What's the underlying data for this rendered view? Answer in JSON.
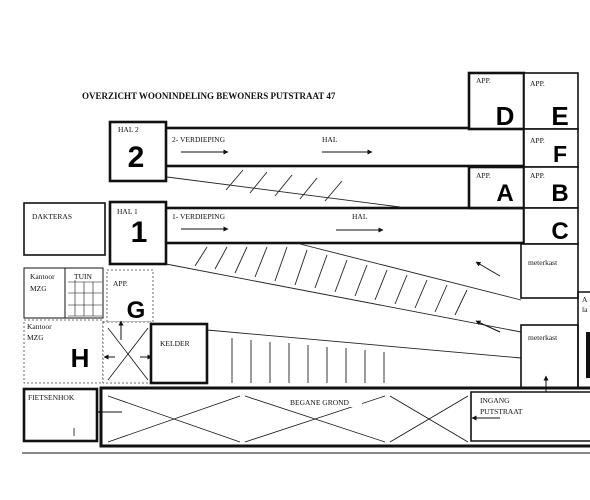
{
  "title": "OVERZICHT WOONINDELING BEWONERS PUTSTRAAT 47",
  "apartments": {
    "D": {
      "label": "APP.",
      "letter": "D"
    },
    "E": {
      "label": "APP.",
      "letter": "E"
    },
    "F": {
      "label": "APP.",
      "letter": "F"
    },
    "A": {
      "label": "APP.",
      "letter": "A"
    },
    "B": {
      "label": "APP.",
      "letter": "B"
    },
    "C": {
      "letter": "C"
    },
    "G": {
      "label": "APP.",
      "letter": "G"
    }
  },
  "floor_2": {
    "hall_label": "HAL 2",
    "hall_number": "2",
    "floor_label": "2- VERDIEPING",
    "corridor_label": "HAL"
  },
  "floor_1": {
    "hall_label": "HAL 1",
    "hall_number": "1",
    "floor_label": "1- VERDIEPING",
    "corridor_label": "HAL"
  },
  "roof_terrace": "DAKTERAS",
  "meter_cupboard_upper": "meterkast",
  "meter_cupboard_lower": "meterkast",
  "office_upper": {
    "line1": "Kantoor",
    "line2": "MZG"
  },
  "garden": "TUIN",
  "office_lower": {
    "line1": "Kantoor",
    "line2": "MZG",
    "letter": "H"
  },
  "cellar": "KELDER",
  "bike_shed": "FIETSENHOK",
  "ground_floor": "BEGANE GROND",
  "entrance": {
    "line1": "INGANG",
    "line2": "PUTSTRAAT"
  },
  "cut_off_label": {
    "line1": "A",
    "line2": "la"
  },
  "colors": {
    "ink": "#111111",
    "paper": "#ffffff"
  }
}
